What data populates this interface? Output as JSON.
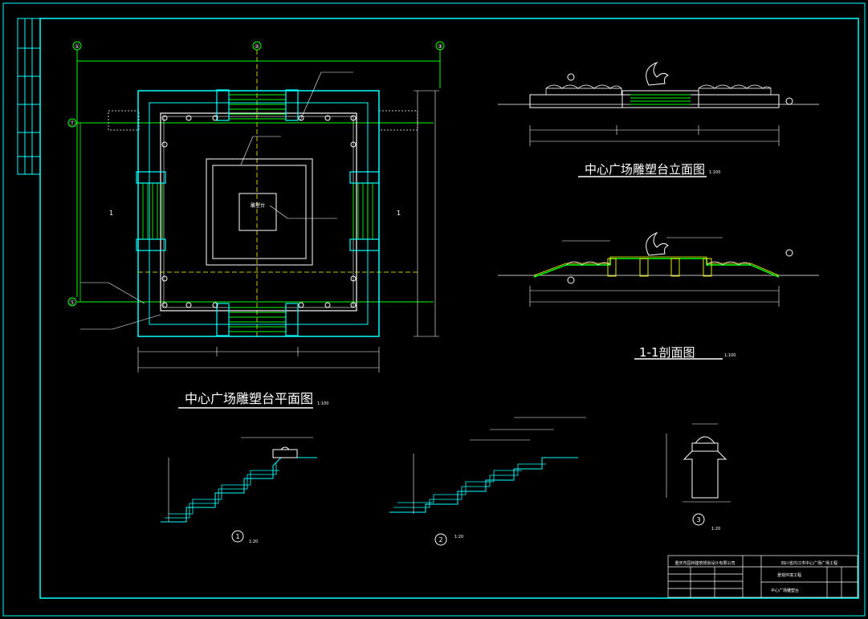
{
  "titles": {
    "plan": "中心广场雕塑台平面图",
    "elevation": "中心广场雕塑台立面图",
    "section": "1-1剖面图"
  },
  "scales": {
    "plan": "1:100",
    "elevation": "1:100",
    "section": "1:100",
    "detail1": "1:20",
    "detail2": "1:20",
    "detail3": "1:20"
  },
  "axis_markers": {
    "top": [
      "①",
      "②",
      "③"
    ],
    "left": [
      "Ⓣ",
      "Ⓢ"
    ]
  },
  "plan_labels": {
    "section_mark": "1",
    "sculpture": "雕塑台"
  },
  "detail_numbers": [
    "1",
    "2",
    "3"
  ],
  "title_block": {
    "company": "重庆市园林建筑规划设计有限公司",
    "project": "四川省内江市中心广场广场工程",
    "drawing_title": "中心广场雕塑台",
    "section_title": "景观环境工程"
  },
  "colors": {
    "background": "#000000",
    "frame": "#00ffff",
    "line_primary": "#00ffff",
    "line_white": "#ffffff",
    "line_green": "#00ff00",
    "line_yellow": "#ffff00",
    "line_magenta": "#ff00ff"
  }
}
